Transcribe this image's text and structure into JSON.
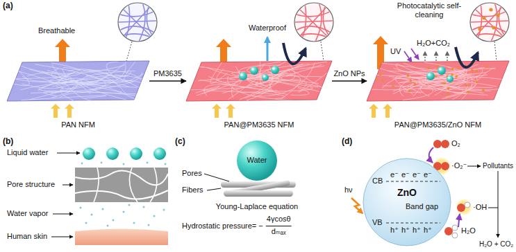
{
  "diagram": {
    "nodes": [
      {
        "text": [
          "PAN NFM"
        ]
      },
      {
        "text": [
          "PAN@PM3635 NFM"
        ]
      },
      {
        "text": [
          "PAN@PM3635/ZnO NFM"
        ]
      },
      {
        "text": [
          "Water"
        ]
      },
      {
        "text": [
          "CB",
          "e⁻",
          "e⁻",
          "e⁻",
          "e⁻",
          "ZnO",
          "Band gap",
          "VB",
          "h⁺",
          "h⁺",
          "h⁺",
          "h⁺"
        ]
      }
    ],
    "edges": [
      {
        "from": 0,
        "to": 1,
        "label": "PM3635",
        "arrow": "to"
      },
      {
        "from": 1,
        "to": 2,
        "label": "ZnO NPs",
        "arrow": "to"
      }
    ],
    "labels": [
      "(a)",
      "Breathable",
      "Waterproof",
      "Photocatalytic self-cleaning",
      "UV",
      "H₂O+CO₂",
      "(b)",
      "Liquid water",
      "Pore structure",
      "Water vapor",
      "Human skin",
      "(c)",
      "Pores",
      "Fibers",
      "Young-Laplace equation",
      "Hydrostatic pressure= −",
      "4γcosθ",
      "dₘₐₓ",
      "(d)",
      "O₂",
      "·O₂⁻",
      "Pollutants",
      "hν",
      "·OH",
      "H₂O",
      "H₂O + CO₂"
    ]
  }
}
